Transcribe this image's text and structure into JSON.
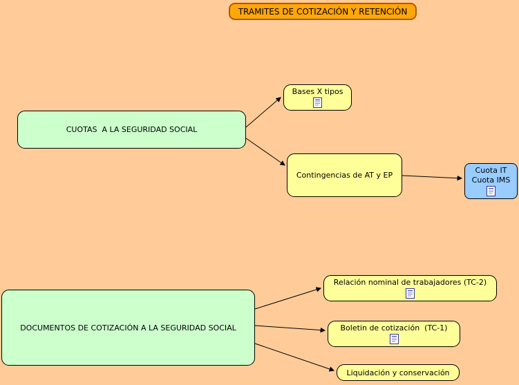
{
  "palette": {
    "background": "#FFCC99",
    "title_fill": "#FFA60A",
    "title_border": "#B35900",
    "concept_green": "#CCFFCC",
    "concept_yellow": "#FFFF99",
    "concept_blue": "#99CCFF",
    "node_border": "#000000",
    "arrow": "#000000"
  },
  "title": {
    "label": "TRAMITES DE COTIZACIÓN Y RETENCIÓN"
  },
  "nodes": {
    "cuotas": {
      "label": "CUOTAS  A LA SEGURIDAD SOCIAL"
    },
    "bases": {
      "label": "Bases X tipos"
    },
    "contingencias": {
      "label": "Contingencias de AT y EP"
    },
    "cuota_it_ims": {
      "line1": "Cuota IT",
      "line2": "Cuota IMS"
    },
    "documentos": {
      "label": "DOCUMENTOS DE COTIZACIÓN A LA SEGURIDAD SOCIAL"
    },
    "relacion": {
      "label": "Relación nominal de trabajadores (TC-2)"
    },
    "boletin": {
      "label": "Boletin de cotización  (TC-1)"
    },
    "liquidacion": {
      "label": "Liquidación y conservación"
    }
  },
  "icons": {
    "resource": "document-resource-icon"
  }
}
